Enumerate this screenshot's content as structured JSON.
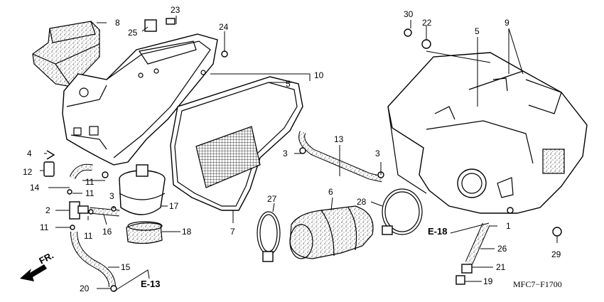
{
  "callouts": [
    {
      "id": "c1",
      "text": "1"
    },
    {
      "id": "c2",
      "text": "2"
    },
    {
      "id": "c3a",
      "text": "3"
    },
    {
      "id": "c3b",
      "text": "3"
    },
    {
      "id": "c3c",
      "text": "3"
    },
    {
      "id": "c4",
      "text": "4"
    },
    {
      "id": "c5a",
      "text": "5"
    },
    {
      "id": "c5b",
      "text": "5"
    },
    {
      "id": "c6",
      "text": "6"
    },
    {
      "id": "c7",
      "text": "7"
    },
    {
      "id": "c8",
      "text": "8"
    },
    {
      "id": "c9",
      "text": "9"
    },
    {
      "id": "c10",
      "text": "10"
    },
    {
      "id": "c11a",
      "text": "11"
    },
    {
      "id": "c11b",
      "text": "11"
    },
    {
      "id": "c11c",
      "text": "11"
    },
    {
      "id": "c11d",
      "text": "11"
    },
    {
      "id": "c12",
      "text": "12"
    },
    {
      "id": "c13",
      "text": "13"
    },
    {
      "id": "c14",
      "text": "14"
    },
    {
      "id": "c15",
      "text": "15"
    },
    {
      "id": "c16",
      "text": "16"
    },
    {
      "id": "c17",
      "text": "17"
    },
    {
      "id": "c18",
      "text": "18"
    },
    {
      "id": "c19",
      "text": "19"
    },
    {
      "id": "c20",
      "text": "20"
    },
    {
      "id": "c21",
      "text": "21"
    },
    {
      "id": "c22",
      "text": "22"
    },
    {
      "id": "c23",
      "text": "23"
    },
    {
      "id": "c24",
      "text": "24"
    },
    {
      "id": "c25",
      "text": "25"
    },
    {
      "id": "c26",
      "text": "26"
    },
    {
      "id": "c27",
      "text": "27"
    },
    {
      "id": "c28",
      "text": "28"
    },
    {
      "id": "c29",
      "text": "29"
    },
    {
      "id": "c30",
      "text": "30"
    }
  ],
  "references": {
    "e13": "E-13",
    "e18": "E-18",
    "front": "FR."
  },
  "diagram_code": "MFC7−F1700"
}
